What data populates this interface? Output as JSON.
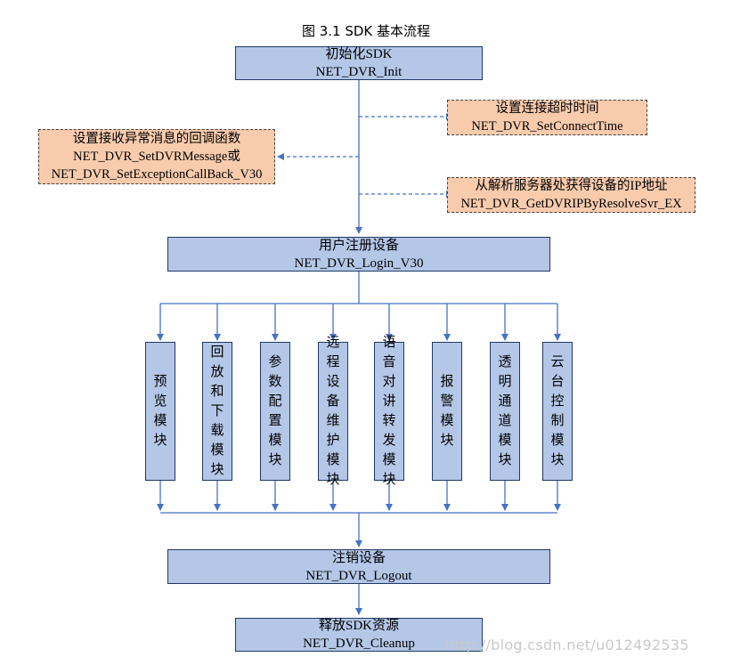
{
  "title": "图  3.1 SDK 基本流程",
  "nodes": {
    "init": {
      "line1": "初始化SDK",
      "line2": "NET_DVR_Init"
    },
    "connect_time": {
      "line1": "设置连接超时时间",
      "line2": "NET_DVR_SetConnectTime"
    },
    "exception": {
      "line1": "设置接收异常消息的回调函数",
      "line2": "NET_DVR_SetDVRMessage或",
      "line3": "NET_DVR_SetExceptionCallBack_V30"
    },
    "resolve": {
      "line1": "从解析服务器处获得设备的IP地址",
      "line2": "NET_DVR_GetDVRIPByResolveSvr_EX"
    },
    "login": {
      "line1": "用户注册设备",
      "line2": "NET_DVR_Login_V30"
    },
    "logout": {
      "line1": "注销设备",
      "line2": "NET_DVR_Logout"
    },
    "cleanup": {
      "line1": "释放SDK资源",
      "line2": "NET_DVR_Cleanup"
    }
  },
  "modules": [
    {
      "id": "preview",
      "text": "预览模块"
    },
    {
      "id": "playback",
      "text": "回放和下载模块"
    },
    {
      "id": "params",
      "text": "参数配置模块"
    },
    {
      "id": "remote",
      "text": "远程设备维护模块"
    },
    {
      "id": "voice",
      "text": "语音对讲转发模块"
    },
    {
      "id": "alarm",
      "text": "报警模块"
    },
    {
      "id": "serial",
      "text": "透明通道模块"
    },
    {
      "id": "ptz",
      "text": "云台控制模块"
    }
  ],
  "watermark": "http://blog.csdn.net/u012492535",
  "colors": {
    "box_blue": "#b4c7e7",
    "box_orange": "#f8cbad",
    "line": "#4472c4"
  }
}
